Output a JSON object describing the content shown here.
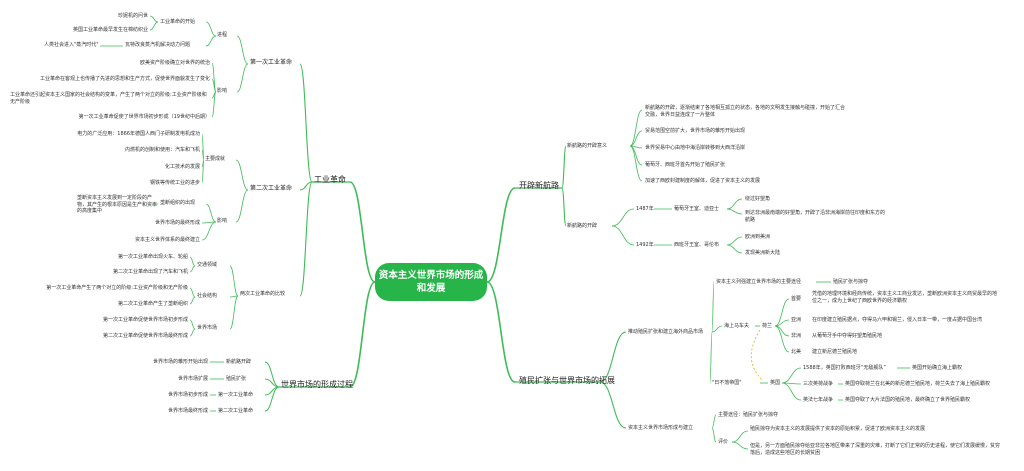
{
  "root": "资本主义世界市场的形成和发展",
  "colors": {
    "branch": "#3dbb56",
    "root": "#27b54a",
    "dashed": "#e0b020"
  },
  "left": {
    "industrial_revolution": {
      "label": "工业革命",
      "first": {
        "label": "第一次工业革命",
        "process": {
          "label": "进程",
          "start": {
            "label": "工业革命的开始",
            "items": [
              "珍妮机的问世",
              "英国工业革命最早发生在棉纺织业"
            ]
          },
          "steam": "人类社会进入\"蒸汽时代\"",
          "steam_branch": "瓦特改良蒸汽机解决动力问题"
        },
        "impact": {
          "label": "影响",
          "items": [
            "欧美资产阶级确立对世界的统治",
            "工业革命在客观上也传播了先进的思想和生产方式，促使世界面貌发生了变化",
            "工业革命还引起资本主义国家的社会结构的变革，产生了两个对立的阶级:工业资产阶级和无产阶级",
            "第一次工业革命促使了世界市场初步形成（19世纪中后期）"
          ]
        }
      },
      "second": {
        "label": "第二次工业革命",
        "achievements": {
          "label": "主要成就",
          "items": [
            "电力的广泛应用：1866年德国人西门子研制发电机成功",
            "内燃机的创制和使用：汽车和飞机",
            "化工技术的发展",
            "钢铁等传统工业的进步"
          ]
        },
        "impact": {
          "label": "影响",
          "monopoly_label": "垄断组织的出现",
          "monopoly_desc": "垄断资本主义发展到一定阶段的产物，其产生的根本原因是生产和资本的高度集中",
          "items": [
            "世界市场的最终形成",
            "资本主义世界体系的最终建立"
          ]
        }
      },
      "compare": {
        "label": "两次工业革命的比较",
        "transport": {
          "label": "交通领域",
          "items": [
            "第一次工业革命出现火车、轮船",
            "第二次工业革命出现了汽车和飞机"
          ]
        },
        "organization": {
          "label": "社会结构",
          "items": [
            "第一次工业革命产生了两个对立的阶级:工业资产阶级和无产阶级",
            "第二次工业革命产生了垄断组织"
          ]
        },
        "market": {
          "label": "世界市场",
          "items": [
            "第一次工业革命促使世界市场初步形成",
            "第二次工业革命促使世界市场最终形成"
          ]
        }
      }
    },
    "formation": {
      "label": "世界市场的形成过程",
      "rows": [
        {
          "left": "世界市场的雏形开始出现",
          "right": "新航路开辟"
        },
        {
          "left": "世界市场扩展",
          "right": "殖民扩张"
        },
        {
          "left": "世界市场初步形成",
          "right": "第一次工业革命"
        },
        {
          "left": "世界市场最终形成",
          "right": "第二次工业革命"
        }
      ]
    }
  },
  "right": {
    "new_routes": {
      "label": "开辟新航路",
      "significance": {
        "label": "新航路的开辟意义",
        "items": [
          "新航路的开辟，逐渐结束了各地相互孤立的状态，各地的文明发生接触与碰撞，开始了汇合交融，世界日益连成了一片整体",
          "贸易范围空前扩大，世界市场的雏形开始出现",
          "世界贸易中心由地中海沿岸转移到大西洋沿岸",
          "葡萄牙、西班牙首先开始了殖民扩张",
          "加速了西欧封建制度的解体，促进了资本主义的发展"
        ]
      },
      "routes": {
        "label": "新航路的开辟",
        "y1487": {
          "year": "1487年",
          "who": "葡萄牙王室、迪亚士",
          "items": [
            "绕过好望角",
            "到达非洲最南端的好望角，开辟了沿非洲海岸前往印度和东方的航路"
          ]
        },
        "y1492": {
          "year": "1492年",
          "who": "西班牙王室、哥伦布",
          "items": [
            "欧洲到美洲",
            "发现美洲新大陆"
          ]
        }
      }
    },
    "colonial": {
      "label": "殖民扩张与世界市场的拓展",
      "seas": {
        "label": "推动殖民扩张和建立海外商品市场",
        "row1": "资本主义列强建立世界市场的主要途径",
        "row1_right": "殖民扩张与掠夺",
        "sea_coachman": {
          "label": "海上马车夫",
          "mid": "荷兰",
          "items": [
            "首要",
            "亚洲",
            "非洲",
            "北美"
          ],
          "descs": [
            "凭借的地理环境和经商传统，资本主义工商业发达，垄断欧洲资本主义商贸最早的地位之一，成为上世纪了西欧世界的经济霸权",
            "在印度建立殖民据点，夺得马六甲和锡兰，侵入日本一带，一度占据中国台湾",
            "从葡萄牙手中夺得好望角殖民地",
            "建立新尼德兰殖民地"
          ]
        },
        "sun_empire": {
          "label": "\"日不落帝国\"",
          "mid": "英国",
          "items": [
            "1588年，英国打败西班牙“无敌舰队”",
            "三次英荷战争",
            "英法七年战争"
          ],
          "descs": [
            "英国开始确立海上霸权",
            "英国夺取荷兰在北美的新尼德兰殖民地，荷兰失去了海上殖民霸权",
            "英国夺取了大片法国的殖民地，最终确立了世界殖民霸权"
          ]
        }
      },
      "system": {
        "label": "资本主义世界市场形成与建立",
        "route": "主要途径：殖民扩张与掠夺",
        "eval_label": "评价",
        "evals": [
          "殖民掠夺为资本主义的发展提供了资本的原始积累，促进了欧洲资本主义的发展",
          "但是，另一方面殖民掠夺给亚非拉各地区带来了深重的灾难，打断了它们正常的历史进程，使它们发展缓慢，贫穷落后，造成这些地区的长期贫困"
        ]
      }
    }
  }
}
